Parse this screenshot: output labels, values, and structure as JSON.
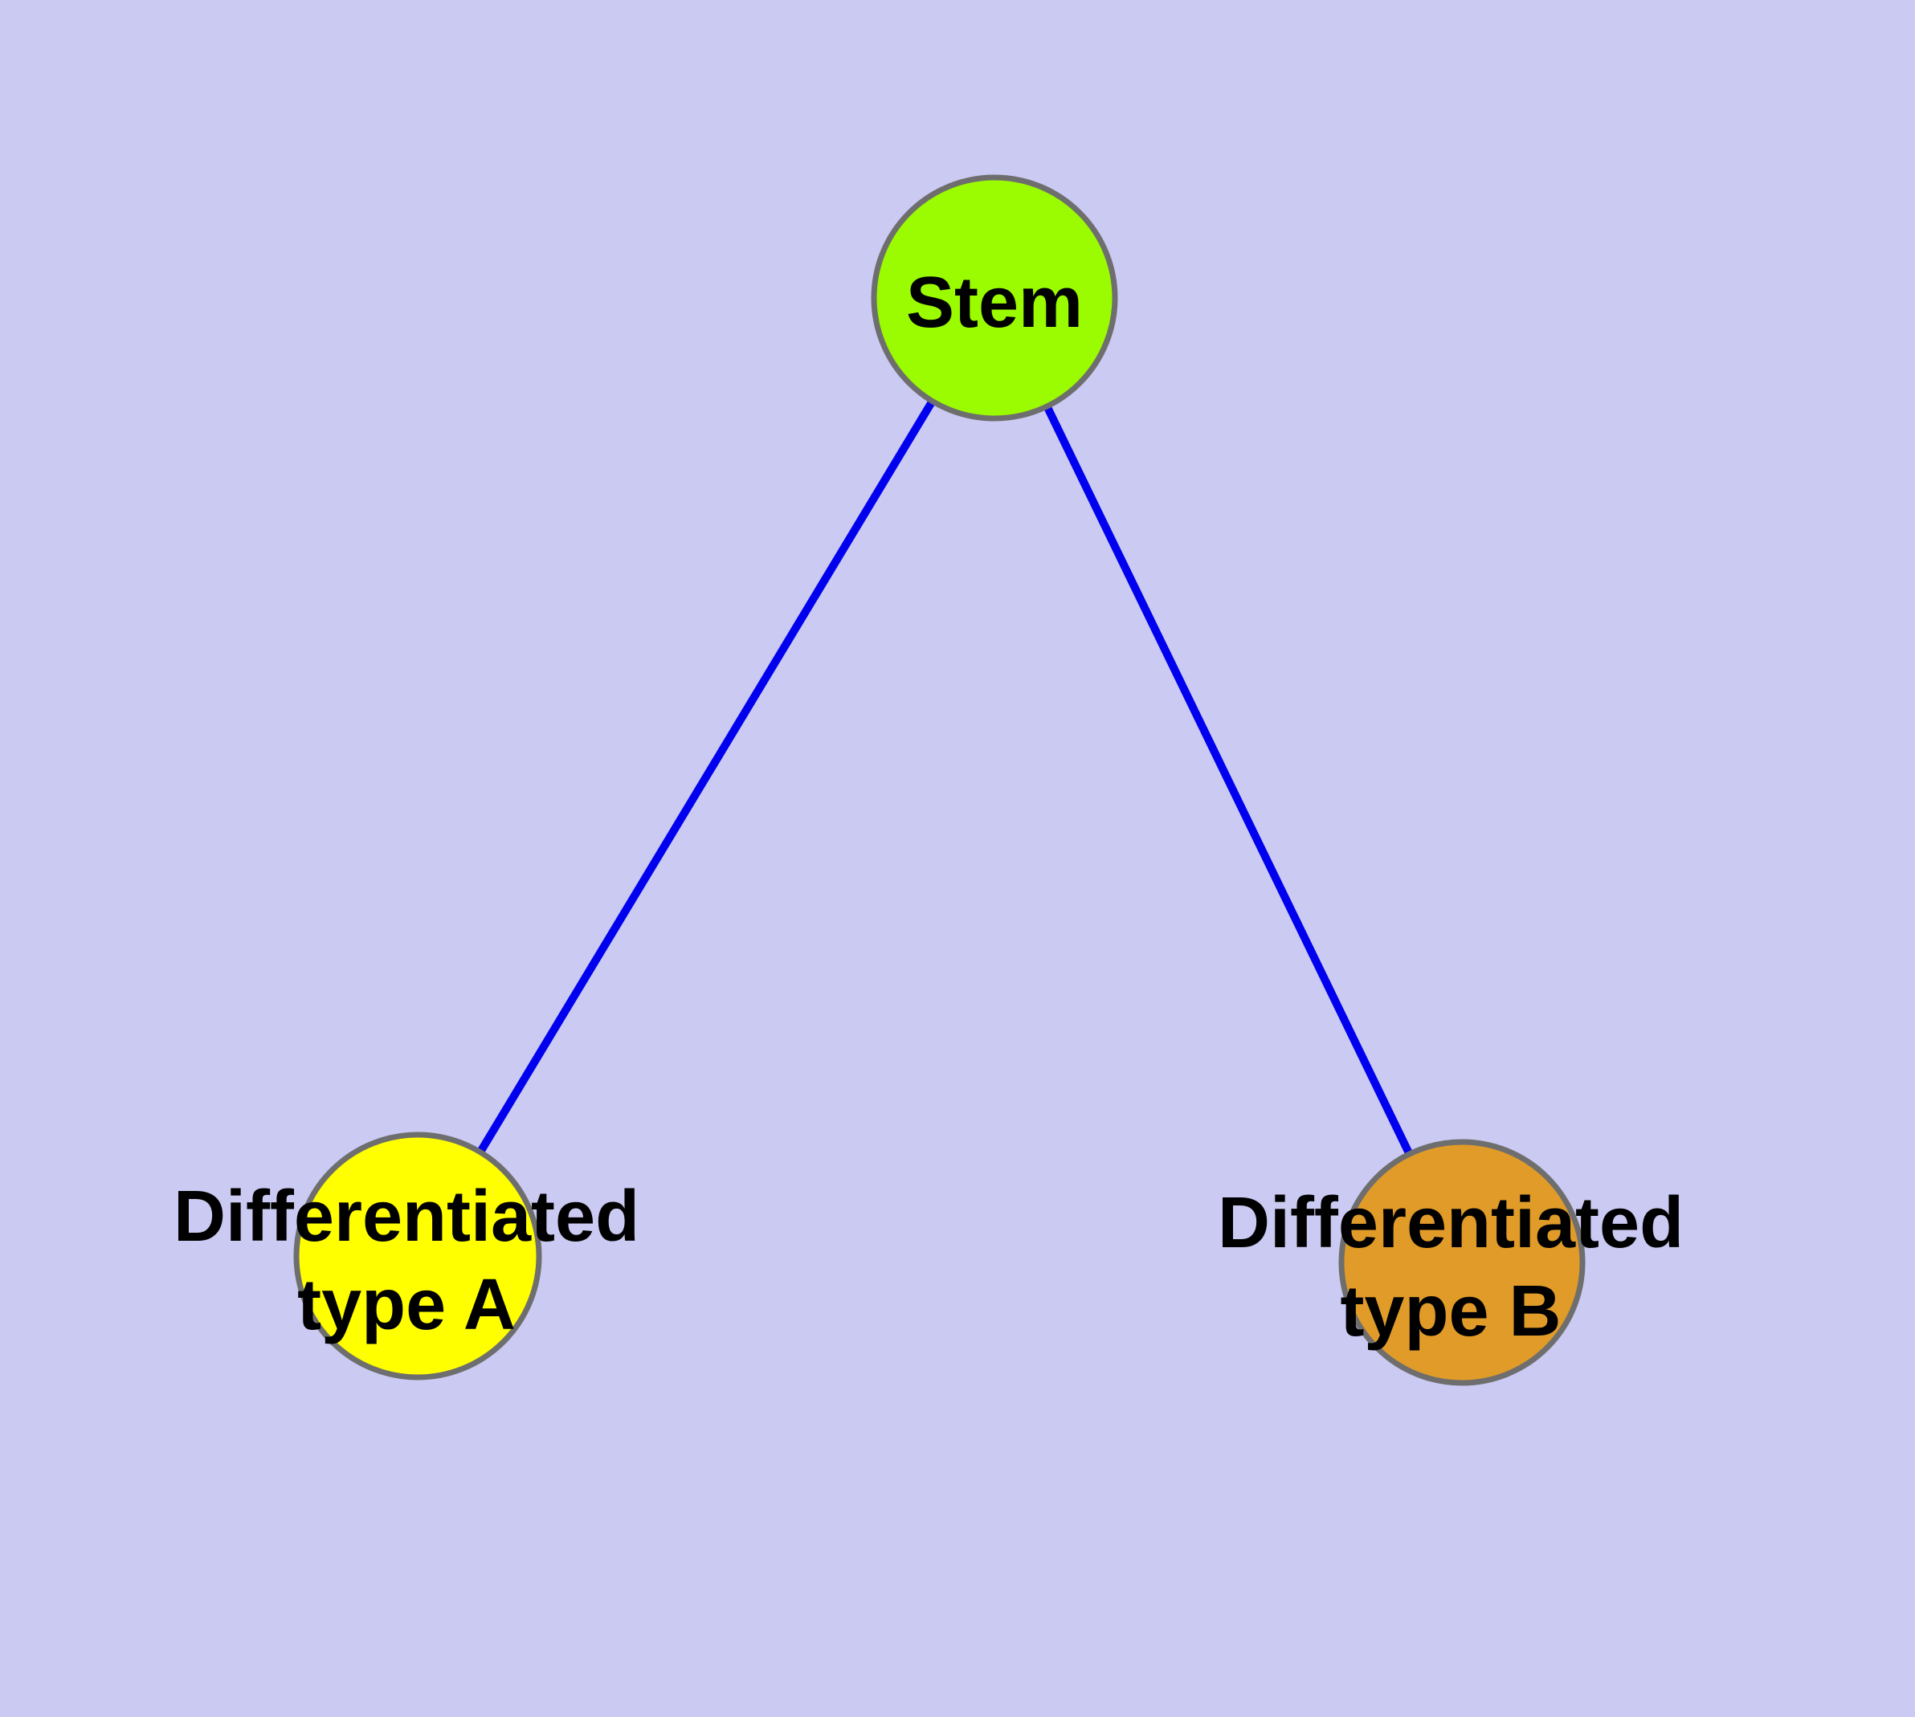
{
  "diagram": {
    "type": "node-link-tree",
    "background_color": "#cacaf2",
    "edge_color": "#0000ee",
    "node_border_color": "#6e6e6e",
    "text_color": "#000000",
    "nodes": [
      {
        "id": "stem",
        "lines": [
          "Stem"
        ],
        "fill": "#9bfb00"
      },
      {
        "id": "differentiated-type-a",
        "lines": [
          "Differentiated",
          "type A"
        ],
        "fill": "#ffff00"
      },
      {
        "id": "differentiated-type-b",
        "lines": [
          "Differentiated",
          "type B"
        ],
        "fill": "#e19b29"
      }
    ],
    "edges": [
      {
        "from": "stem",
        "to": "differentiated-type-a"
      },
      {
        "from": "stem",
        "to": "differentiated-type-b"
      }
    ]
  }
}
